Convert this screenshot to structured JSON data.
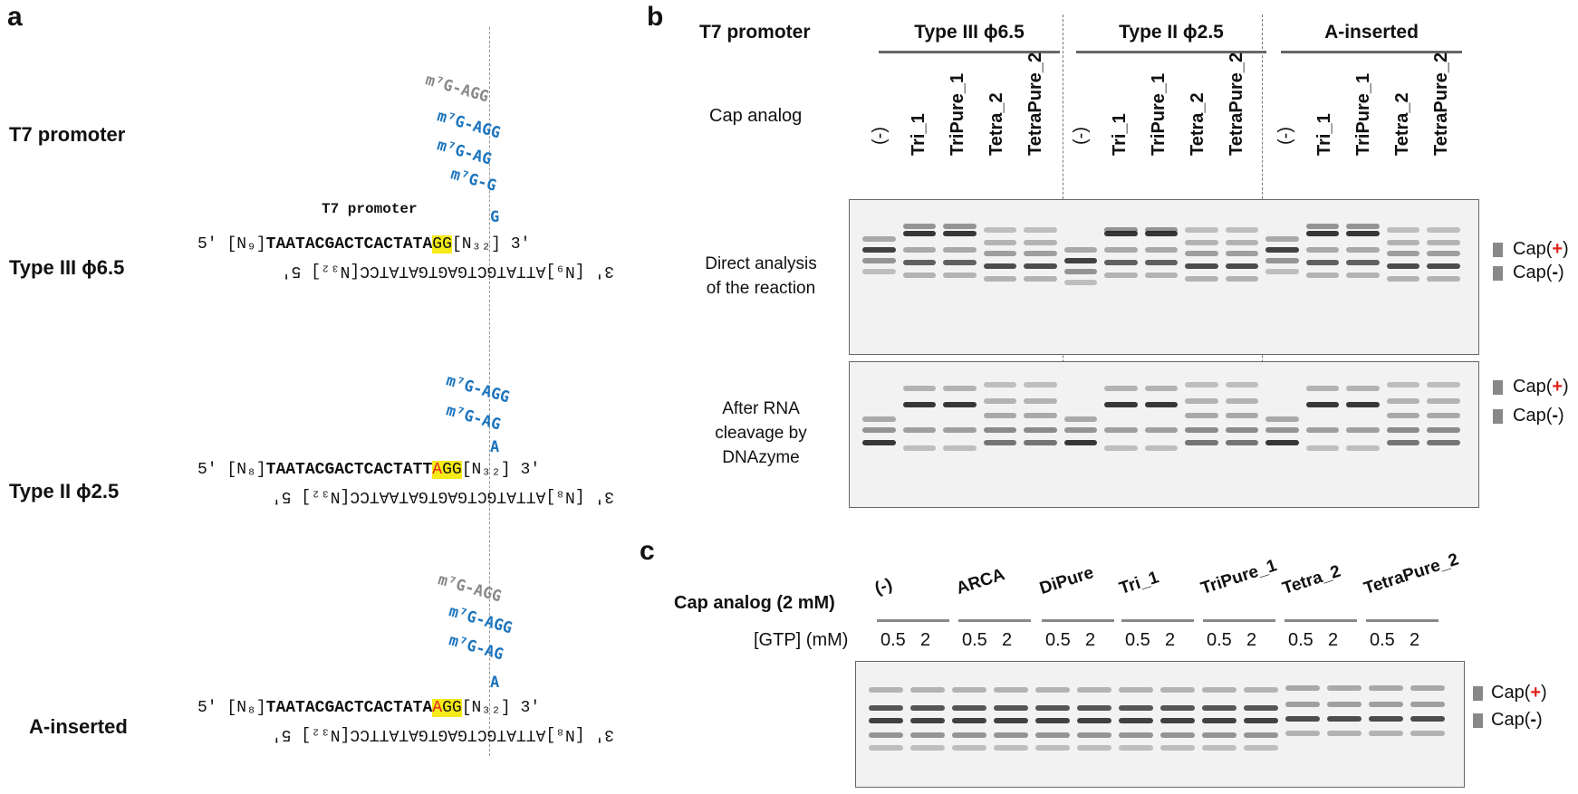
{
  "panel_a": {
    "letter": "a",
    "t7_promoter_heading": "T7 promoter",
    "t7_promoter_mono": "T7 promoter",
    "cap_m7g": "m⁷G",
    "type3": {
      "label": "Type III ϕ6.5",
      "caps": [
        {
          "text": "m⁷G-AGG",
          "color": "gray"
        },
        {
          "text": "m⁷G-AGG",
          "color": "blue"
        },
        {
          "text": "m⁷G-AG",
          "color": "blue"
        },
        {
          "text": "m⁷G-G",
          "color": "blue"
        }
      ],
      "initiating": "G",
      "top_5": "5′",
      "top_n": "[N₉]",
      "top_seq": "TAATACGACTCACTATA",
      "top_hl": "GG",
      "top_n32": "[N₃₂]",
      "top_3": "3′",
      "bottom": "3′ [N₉]ATTATGCTGAGTGATATCC[N₃₂] 5′"
    },
    "type2": {
      "label": "Type II ϕ2.5",
      "caps": [
        {
          "text": "m⁷G-AGG",
          "color": "blue"
        },
        {
          "text": "m⁷G-AG",
          "color": "blue"
        }
      ],
      "initiating": "A",
      "top_5": "5′",
      "top_n": "[N₈]",
      "top_seq": "TAATACGACTCACTATT",
      "top_hl_red": "A",
      "top_hl": "GG",
      "top_n32": "[N₃₂]",
      "top_3": "3′",
      "bottom": "3′ [N₈]ATTATGCTGAGTGATAATCC[N₃₂] 5′"
    },
    "ainserted": {
      "label": "A-inserted",
      "caps": [
        {
          "text": "m⁷G-AGG",
          "color": "gray"
        },
        {
          "text": "m⁷G-AGG",
          "color": "blue"
        },
        {
          "text": "m⁷G-AG",
          "color": "blue"
        }
      ],
      "initiating": "A",
      "top_5": "5′",
      "top_n": "[N₈]",
      "top_seq": "TAATACGACTCACTATA",
      "top_hl_red": "A",
      "top_hl": "GG",
      "top_n32": "[N₃₂]",
      "top_3": "3′",
      "bottom": "3′ [N₈]ATTATGCTGAGTGATATTCC[N₃₂] 5′"
    }
  },
  "panel_b": {
    "letter": "b",
    "t7_promoter": "T7 promoter",
    "cap_analog": "Cap analog",
    "groups": [
      "Type III ϕ6.5",
      "Type II ϕ2.5",
      "A-inserted"
    ],
    "lanes": [
      "(-)",
      "Tri_1",
      "TriPure_1",
      "Tetra_2",
      "TetraPure_2"
    ],
    "row1_label": [
      "Direct analysis",
      "of the reaction"
    ],
    "row2_label": [
      "After RNA",
      "cleavage by",
      "DNAzyme"
    ],
    "legend": {
      "cap_plus_pre": "Cap(",
      "plus": "+",
      "close": ")",
      "cap_minus_pre": "Cap(",
      "minus": "-"
    }
  },
  "panel_c": {
    "letter": "c",
    "cap_analog_label": "Cap analog (2 mM)",
    "gtp_label": "[GTP] (mM)",
    "groups": [
      "(-)",
      "ARCA",
      "DiPure",
      "Tri_1",
      "TriPure_1",
      "Tetra_2",
      "TetraPure_2"
    ],
    "gtp_values": [
      "0.5",
      "2"
    ],
    "legend": {
      "cap_plus_pre": "Cap(",
      "plus": "+",
      "close": ")",
      "cap_minus_pre": "Cap(",
      "minus": "-"
    }
  },
  "colors": {
    "blue": "#1c74bd",
    "gray": "#888888",
    "highlight": "#f5ea1a",
    "red": "#e0231c"
  }
}
